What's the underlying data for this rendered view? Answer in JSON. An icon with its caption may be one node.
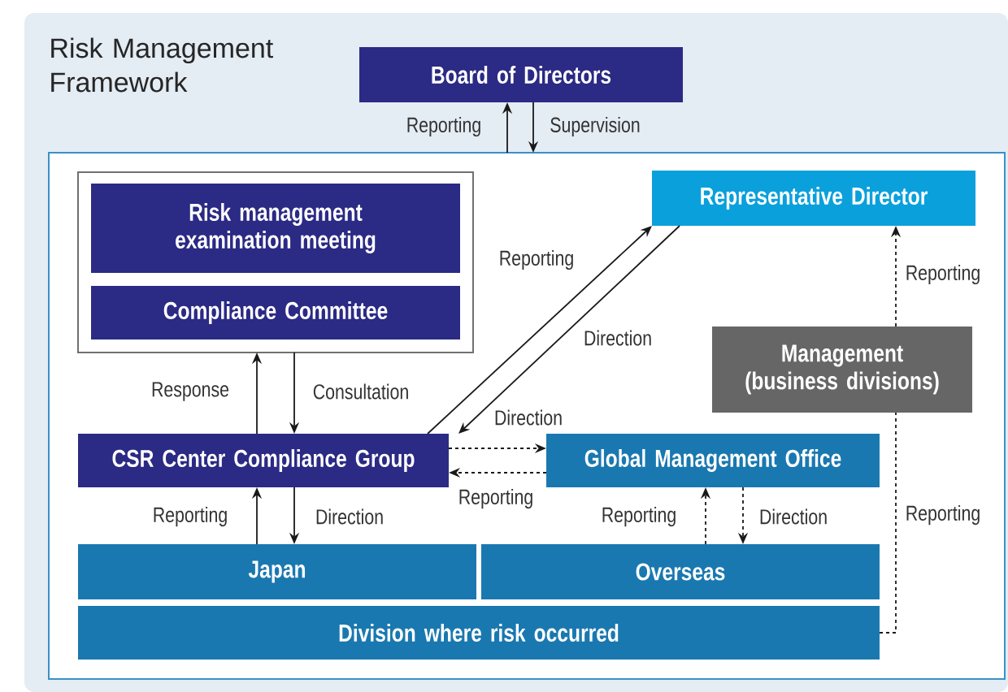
{
  "diagram": {
    "title": "Risk Management Framework",
    "nodes": [
      {
        "text": [
          "Board of Directors"
        ]
      },
      {
        "text": [],
        "shape": "box"
      },
      {
        "text": [],
        "shape": "box",
        "in": 1
      },
      {
        "text": [
          "Risk management examination meeting"
        ],
        "in": 2
      },
      {
        "text": [
          "Compliance Committee"
        ],
        "in": 2
      },
      {
        "text": [
          "Representative Director"
        ],
        "in": 1
      },
      {
        "text": [
          "Management (business divisions)"
        ],
        "in": 1
      },
      {
        "text": [
          "CSR Center Compliance Group"
        ],
        "in": 1
      },
      {
        "text": [
          "Global Management Office"
        ],
        "in": 1
      },
      {
        "text": [
          "Japan"
        ],
        "in": 1
      },
      {
        "text": [
          "Overseas"
        ],
        "in": 1
      },
      {
        "text": [
          "Division where risk occurred"
        ],
        "in": 1
      }
    ],
    "edges": [
      {
        "from": 1,
        "to": 0,
        "arrow": "to",
        "label": "Reporting"
      },
      {
        "from": 0,
        "to": 1,
        "arrow": "to",
        "label": "Supervision"
      },
      {
        "from": 7,
        "to": 2,
        "arrow": "to",
        "label": "Response"
      },
      {
        "from": 2,
        "to": 7,
        "arrow": "to",
        "label": "Consultation"
      },
      {
        "from": 7,
        "to": 5,
        "arrow": "to",
        "label": "Reporting"
      },
      {
        "from": 5,
        "to": 7,
        "arrow": "to",
        "label": "Direction"
      },
      {
        "from": 7,
        "to": 8,
        "arrow": "to",
        "label": "Direction",
        "style": "dashed"
      },
      {
        "from": 8,
        "to": 7,
        "arrow": "to",
        "label": "Reporting",
        "style": "dashed"
      },
      {
        "from": 9,
        "to": 7,
        "arrow": "to",
        "label": "Reporting"
      },
      {
        "from": 7,
        "to": 9,
        "arrow": "to",
        "label": "Direction"
      },
      {
        "from": 10,
        "to": 8,
        "arrow": "to",
        "label": "Reporting",
        "style": "dashed"
      },
      {
        "from": 8,
        "to": 10,
        "arrow": "to",
        "label": "Direction",
        "style": "dashed"
      },
      {
        "from": 6,
        "to": 5,
        "arrow": "to",
        "label": "Reporting",
        "style": "dashed"
      },
      {
        "from": 11,
        "to": 6,
        "arrow": "none",
        "label": "Reporting",
        "style": "dashed"
      }
    ]
  }
}
